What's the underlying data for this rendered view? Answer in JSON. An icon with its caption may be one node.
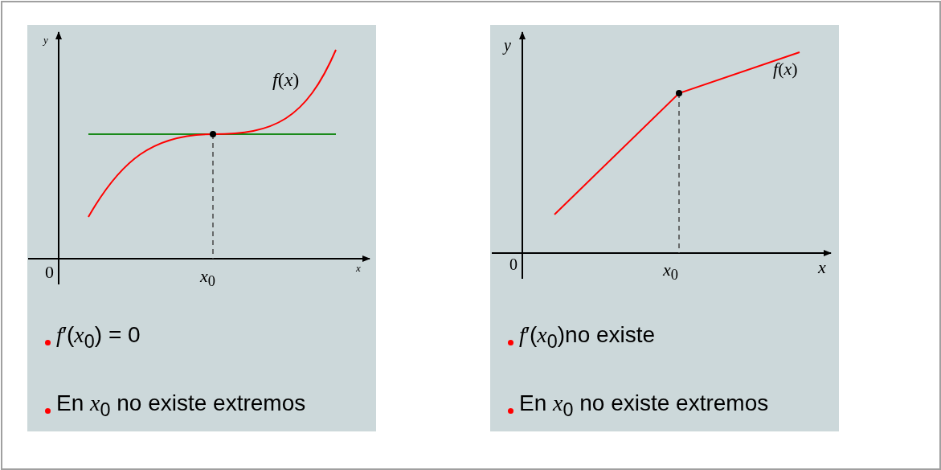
{
  "diagram": {
    "nodes": [
      {
        "text": [
          "*f*′(*x*$_{0}$) = 0",
          "En *x*$_{0}$ no existe extremos"
        ]
      },
      {
        "text": [
          "*f*′(*x*$_{0}$)no existe",
          "En *x*$_{0}$ no existe extremos"
        ]
      }
    ],
    "edges": [],
    "labels": [
      "y",
      "*f*(*x*)",
      "0",
      "*x*$_{0}$",
      "x",
      "y",
      "*f*(*x*)",
      "0",
      "*x*$_{0}$",
      "x"
    ]
  }
}
